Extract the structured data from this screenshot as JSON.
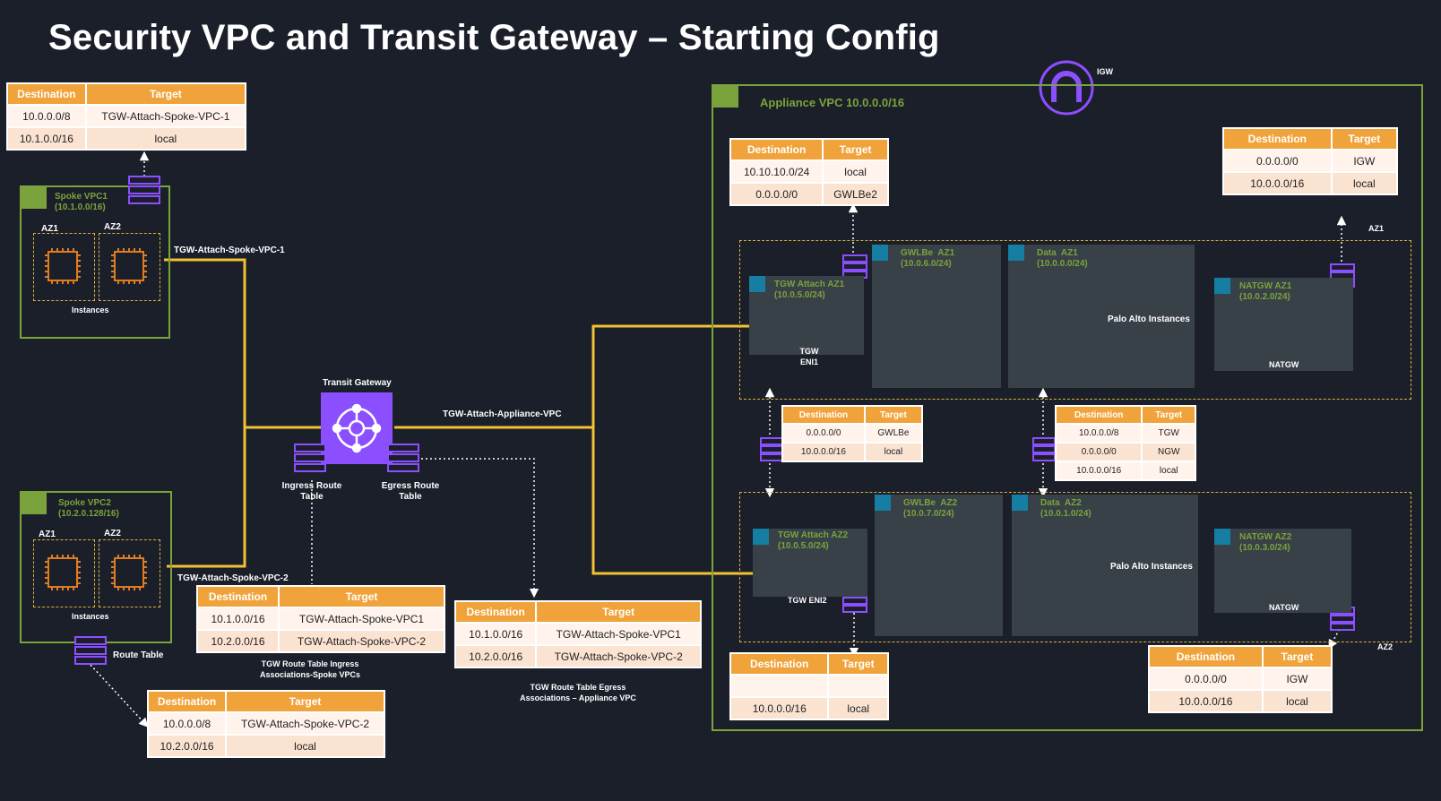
{
  "title": "Security VPC and Transit Gateway – Starting Config",
  "tables": {
    "spoke1": {
      "headers": [
        "Destination",
        "Target"
      ],
      "rows": [
        [
          "10.0.0.0/8",
          "TGW-Attach-Spoke-VPC-1"
        ],
        [
          "10.1.0.0/16",
          "local"
        ]
      ]
    },
    "spoke2": {
      "headers": [
        "Destination",
        "Target"
      ],
      "rows": [
        [
          "10.0.0.0/8",
          "TGW-Attach-Spoke-VPC-2"
        ],
        [
          "10.2.0.0/16",
          "local"
        ]
      ]
    },
    "ingress": {
      "headers": [
        "Destination",
        "Target"
      ],
      "rows": [
        [
          "10.1.0.0/16",
          "TGW-Attach-Spoke-VPC1"
        ],
        [
          "10.2.0.0/16",
          "TGW-Attach-Spoke-VPC-2"
        ]
      ]
    },
    "egress": {
      "headers": [
        "Destination",
        "Target"
      ],
      "rows": [
        [
          "10.1.0.0/16",
          "TGW-Attach-Spoke-VPC1"
        ],
        [
          "10.2.0.0/16",
          "TGW-Attach-Spoke-VPC-2"
        ]
      ]
    },
    "appliance_tgw_az1": {
      "headers": [
        "Destination",
        "Target"
      ],
      "rows": [
        [
          "10.10.10.0/24",
          "local"
        ],
        [
          "0.0.0.0/0",
          "GWLBe2"
        ]
      ]
    },
    "igw_rt": {
      "headers": [
        "Destination",
        "Target"
      ],
      "rows": [
        [
          "0.0.0.0/0",
          "IGW"
        ],
        [
          "10.0.0.0/16",
          "local"
        ]
      ]
    },
    "mid_left": {
      "headers": [
        "Destination",
        "Target"
      ],
      "rows": [
        [
          "0.0.0.0/0",
          "GWLBe"
        ],
        [
          "10.0.0.0/16",
          "local"
        ]
      ]
    },
    "mid_right": {
      "headers": [
        "Destination",
        "Target"
      ],
      "rows": [
        [
          "10.0.0.0/8",
          "TGW"
        ],
        [
          "0.0.0.0/0",
          "NGW"
        ],
        [
          "10.0.0.0/16",
          "local"
        ]
      ]
    },
    "tgw_az2": {
      "headers": [
        "Destination",
        "Target"
      ],
      "rows": [
        [
          "",
          ""
        ],
        [
          "10.0.0.0/16",
          "local"
        ]
      ]
    },
    "natgw_az2": {
      "headers": [
        "Destination",
        "Target"
      ],
      "rows": [
        [
          "0.0.0.0/0",
          "IGW"
        ],
        [
          "10.0.0.0/16",
          "local"
        ]
      ]
    }
  },
  "labels": {
    "spoke1_vpc": "Spoke VPC1\n(10.1.0.0/16)",
    "spoke2_vpc": "Spoke VPC2\n(10.2.0.128/16)",
    "az1": "AZ1",
    "az2": "AZ2",
    "instances": "Instances",
    "route_table": "Route Table",
    "tgw_attach_spoke1": "TGW-Attach-Spoke-VPC-1",
    "tgw_attach_spoke2": "TGW-Attach-Spoke-VPC-2",
    "transit_gateway": "Transit Gateway",
    "tgw_attach_appliance": "TGW-Attach-Appliance-VPC",
    "ingress_rt": "Ingress Route\nTable",
    "egress_rt": "Egress Route\nTable",
    "ingress_caption": "TGW Route Table Ingress\nAssociations-Spoke VPCs",
    "egress_caption": "TGW Route Table Egress\nAssociations – Appliance VPC",
    "appliance_vpc": "Appliance VPC 10.0.0.0/16",
    "igw": "IGW",
    "az1_right": "AZ1",
    "az2_right": "AZ2",
    "tgw_attach_az1": "TGW Attach AZ1\n(10.0.5.0/24)",
    "gwlbe_az1": "GWLBe  AZ1\n(10.0.6.0/24)",
    "data_az1": "Data  AZ1\n(10.0.0.0/24)",
    "natgw_az1": "NATGW AZ1\n(10.0.2.0/24)",
    "palo_alto": "Palo Alto Instances",
    "tgw_eni1": "TGW\nENI1",
    "natgw": "NATGW",
    "tgw_attach_az2": "TGW Attach AZ2\n(10.0.5.0/24)",
    "gwlbe_az2": "GWLBe  AZ2\n(10.0.7.0/24)",
    "data_az2": "Data  AZ2\n(10.0.1.0/24)",
    "natgw_az2": "NATGW AZ2\n(10.0.3.0/24)",
    "tgw_eni2": "TGW ENI2"
  },
  "colors": {
    "background": "#1b1f2a",
    "vpc_green": "#7aa43b",
    "az_yellow": "#d9b23c",
    "tgw_line": "#f2c232",
    "header_orange": "#f0a33a",
    "purple": "#8c4fff"
  }
}
